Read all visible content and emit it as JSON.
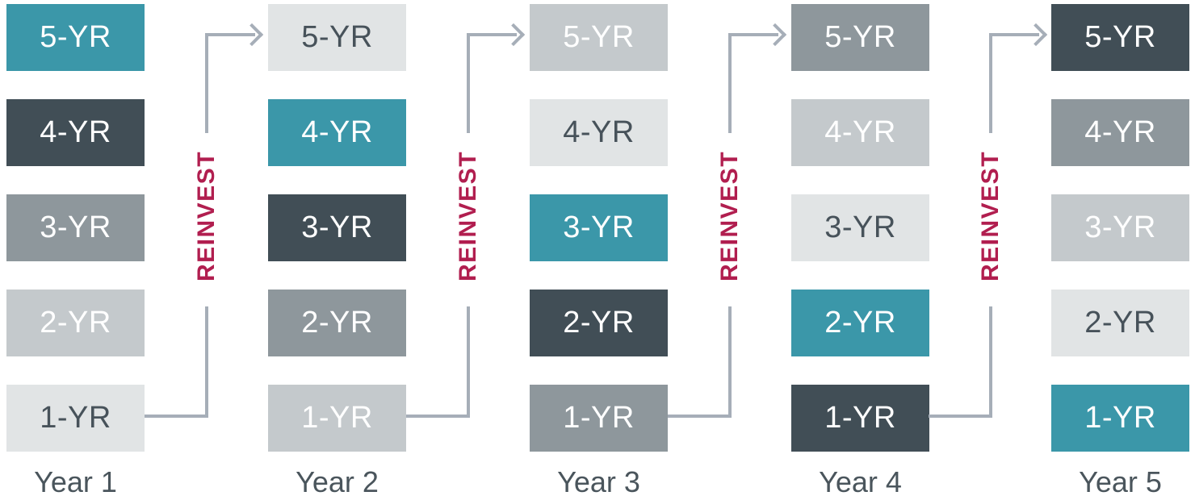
{
  "palette": {
    "teal": "#3B97A9",
    "dark_slate": "#414E56",
    "gray": "#8E979C",
    "light_gray": "#C4C9CC",
    "very_light_gray": "#E1E4E5",
    "reinvest_red": "#B11E4F",
    "connector_gray": "#A6AEB8",
    "year_label_slate": "#4A555C",
    "dark_text_on_light": "#47525A"
  },
  "diagram": {
    "columns": [
      {
        "year_label": "Year 1",
        "boxes": [
          {
            "label": "5-YR",
            "tone": "teal"
          },
          {
            "label": "4-YR",
            "tone": "dark-slate"
          },
          {
            "label": "3-YR",
            "tone": "gray"
          },
          {
            "label": "2-YR",
            "tone": "light-gray"
          },
          {
            "label": "1-YR",
            "tone": "very-light"
          }
        ]
      },
      {
        "year_label": "Year 2",
        "boxes": [
          {
            "label": "5-YR",
            "tone": "very-light"
          },
          {
            "label": "4-YR",
            "tone": "teal"
          },
          {
            "label": "3-YR",
            "tone": "dark-slate"
          },
          {
            "label": "2-YR",
            "tone": "gray"
          },
          {
            "label": "1-YR",
            "tone": "light-gray"
          }
        ]
      },
      {
        "year_label": "Year 3",
        "boxes": [
          {
            "label": "5-YR",
            "tone": "light-gray"
          },
          {
            "label": "4-YR",
            "tone": "very-light"
          },
          {
            "label": "3-YR",
            "tone": "teal"
          },
          {
            "label": "2-YR",
            "tone": "dark-slate"
          },
          {
            "label": "1-YR",
            "tone": "gray"
          }
        ]
      },
      {
        "year_label": "Year 4",
        "boxes": [
          {
            "label": "5-YR",
            "tone": "gray"
          },
          {
            "label": "4-YR",
            "tone": "light-gray"
          },
          {
            "label": "3-YR",
            "tone": "very-light"
          },
          {
            "label": "2-YR",
            "tone": "teal"
          },
          {
            "label": "1-YR",
            "tone": "dark-slate"
          }
        ]
      },
      {
        "year_label": "Year 5",
        "boxes": [
          {
            "label": "5-YR",
            "tone": "dark-slate"
          },
          {
            "label": "4-YR",
            "tone": "gray"
          },
          {
            "label": "3-YR",
            "tone": "light-gray"
          },
          {
            "label": "2-YR",
            "tone": "very-light"
          },
          {
            "label": "1-YR",
            "tone": "teal"
          }
        ]
      }
    ],
    "connectors": [
      {
        "label": "REINVEST"
      },
      {
        "label": "REINVEST"
      },
      {
        "label": "REINVEST"
      },
      {
        "label": "REINVEST"
      }
    ]
  }
}
